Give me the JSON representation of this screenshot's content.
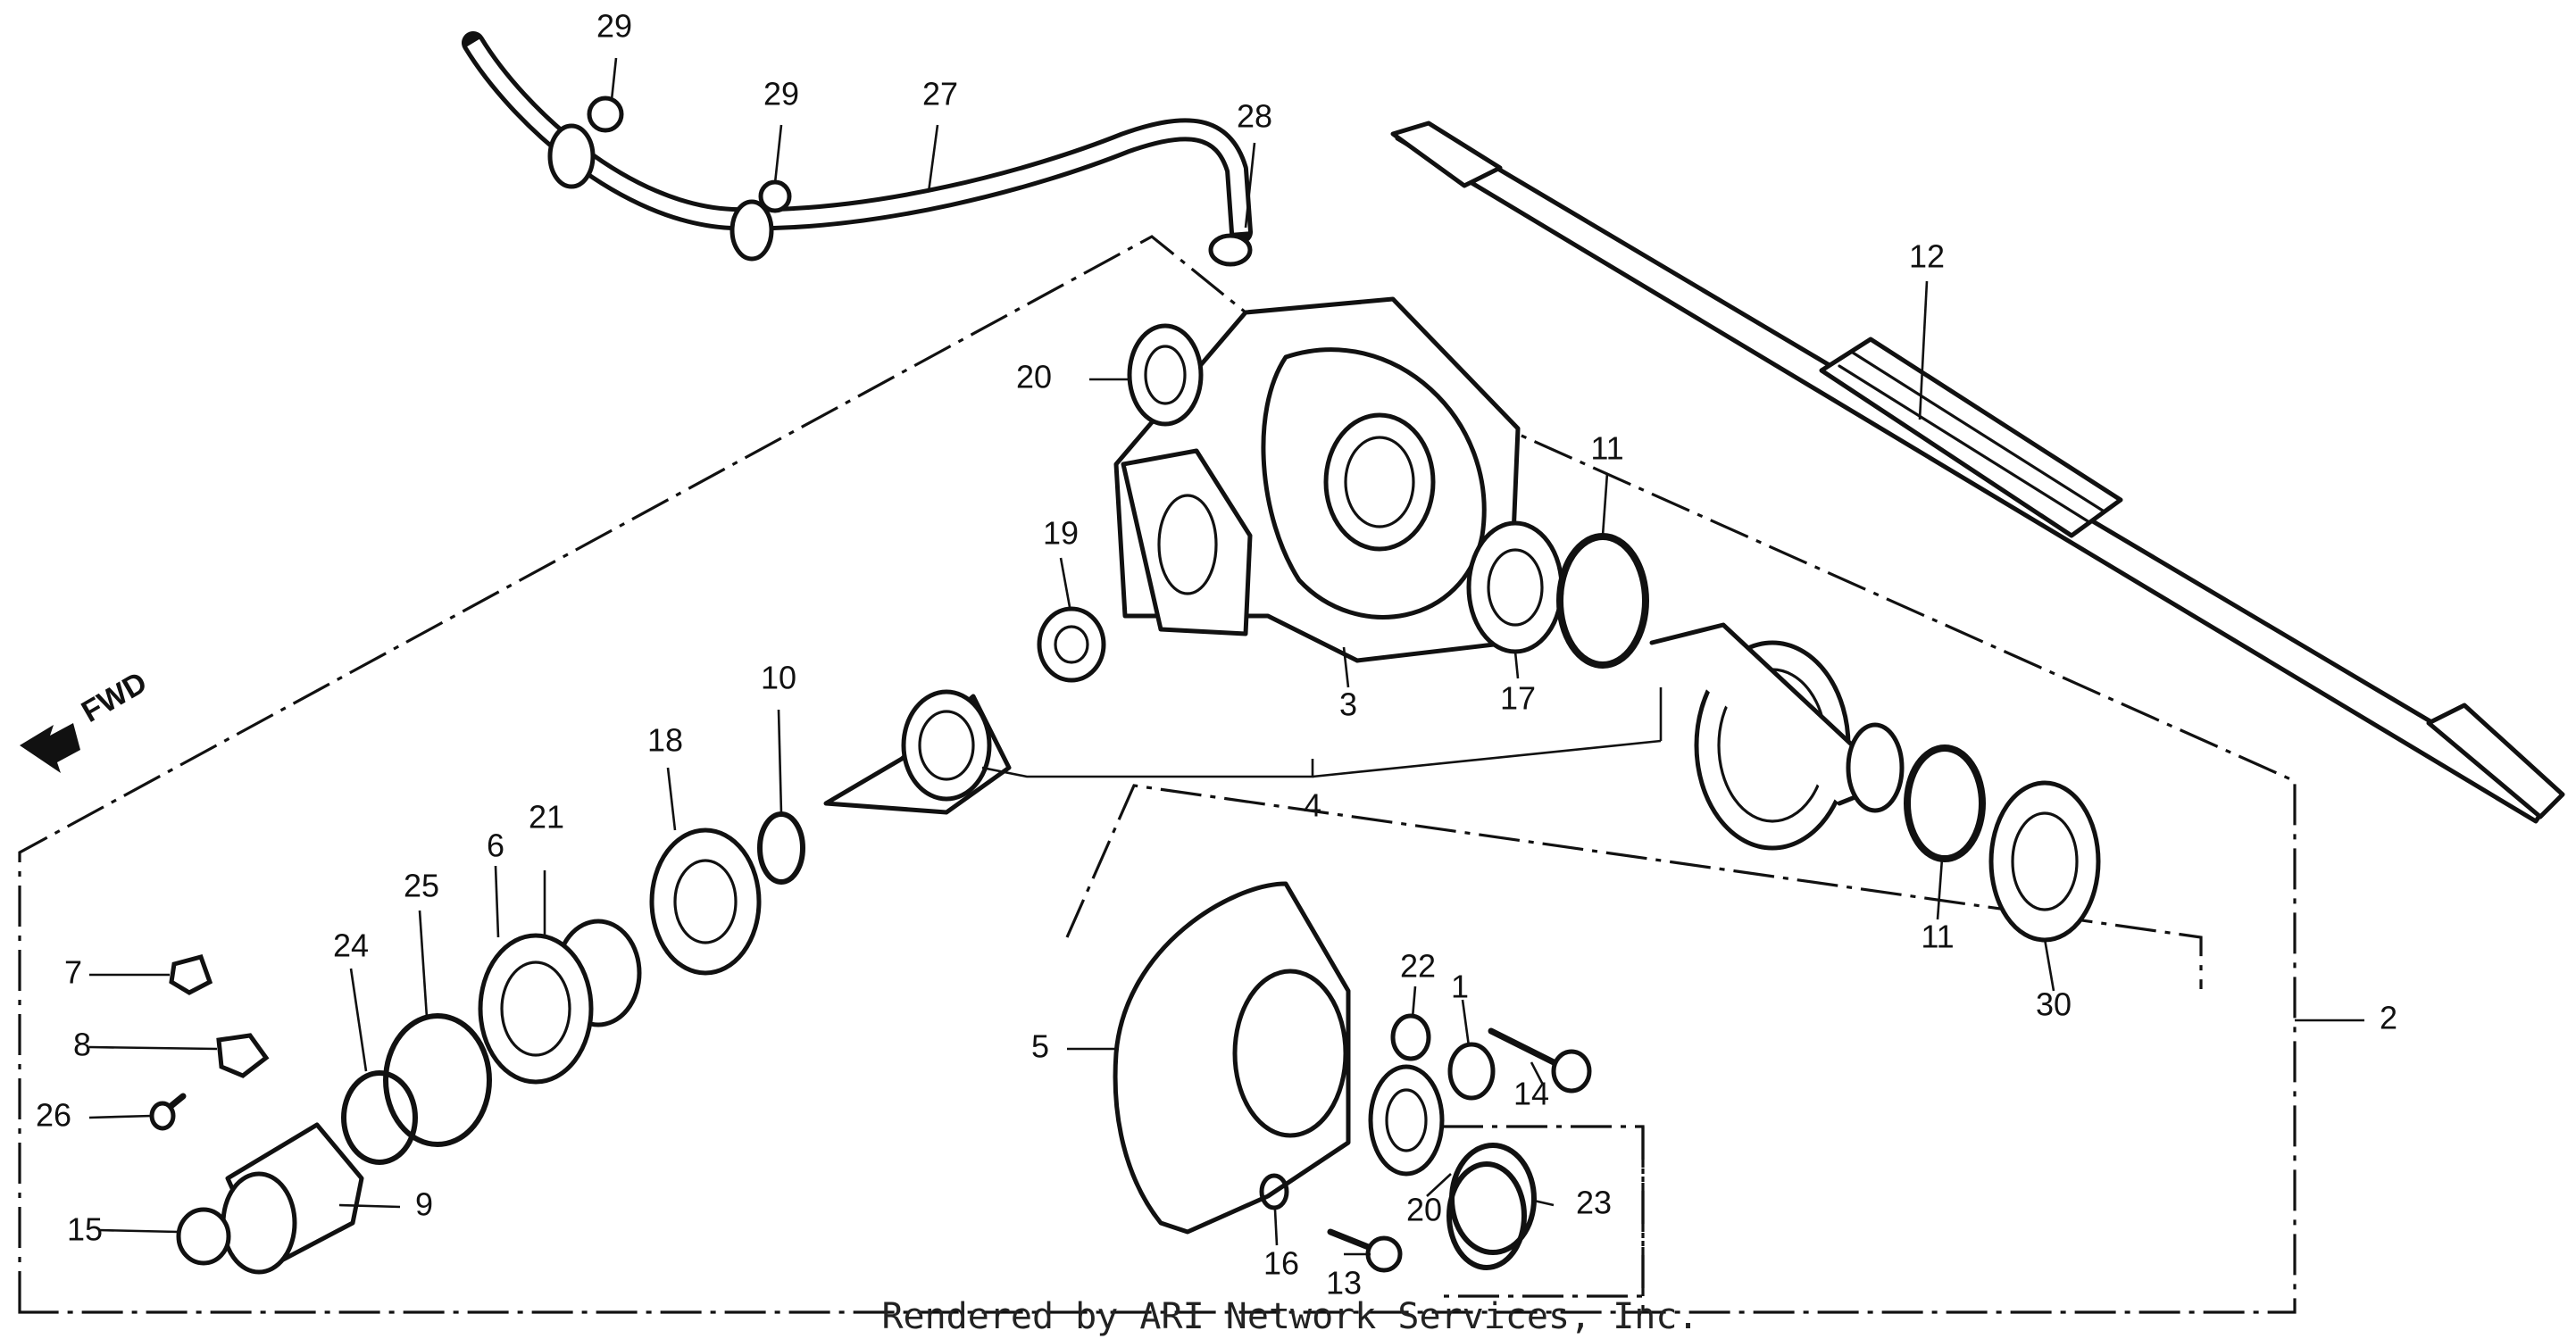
{
  "direction_label": "FWD",
  "credit": "Rendered by ARI Network Services, Inc.",
  "callouts": [
    "1",
    "2",
    "3",
    "4",
    "5",
    "6",
    "7",
    "8",
    "9",
    "10",
    "11",
    "11",
    "12",
    "13",
    "14",
    "15",
    "16",
    "17",
    "18",
    "19",
    "20",
    "20",
    "21",
    "22",
    "23",
    "24",
    "25",
    "26",
    "27",
    "28",
    "29",
    "29",
    "30"
  ]
}
